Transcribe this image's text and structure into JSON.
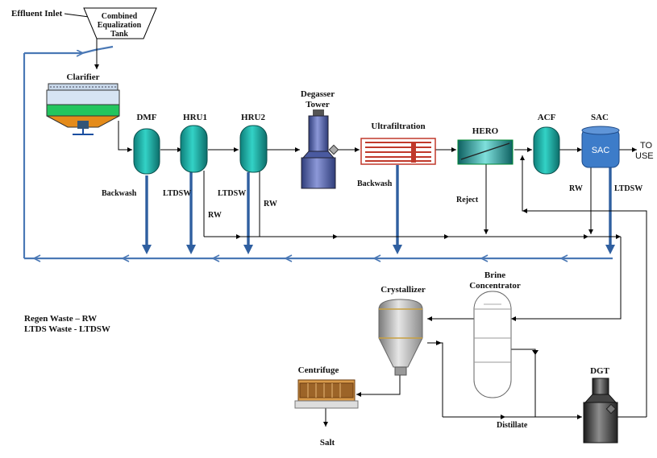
{
  "labels": {
    "effluent_inlet": "Effluent Inlet",
    "equalization_tank": [
      "Combined",
      "Equalization",
      "Tank"
    ],
    "clarifier": "Clarifier",
    "dmf": "DMF",
    "hru1": "HRU1",
    "hru2": "HRU2",
    "degasser": [
      "Degasser",
      "Tower"
    ],
    "ultrafiltration": "Ultrafiltration",
    "hero": "HERO",
    "acf": "ACF",
    "sac": "SAC",
    "sac_vessel": "SAC",
    "to_use": [
      "TO",
      "USE"
    ],
    "backwash_left": "Backwash",
    "ltdsw_1": "LTDSW",
    "ltdsw_2": "LTDSW",
    "rw_1": "RW",
    "rw_2": "RW",
    "backwash_uf": "Backwash",
    "reject": "Reject",
    "rw_sac": "RW",
    "ltdsw_sac": "LTDSW",
    "crystallizer": "Crystallizer",
    "brine_concentrator": [
      "Brine",
      "Concentrator"
    ],
    "centrifuge": "Centrifuge",
    "salt": "Salt",
    "distillate": "Distillate",
    "dgt": "DGT"
  },
  "legend": {
    "rw": "Regen Waste – RW",
    "ltdsw": "LTDS Waste - LTDSW"
  },
  "colors": {
    "teal_vessel": "#1fb5ad",
    "flow_blue": "#4a78b5",
    "sac_blue": "#3d7cc9",
    "degasser_blue": "#5566aa"
  }
}
